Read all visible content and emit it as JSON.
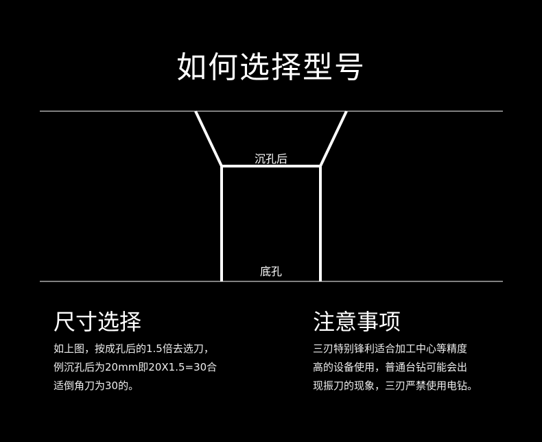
{
  "title": "如何选择型号",
  "diagram": {
    "counterbore_label": "沉孔后",
    "bottom_hole_label": "底孔"
  },
  "size_section": {
    "heading": "尺寸选择",
    "lines": [
      "如上图，按成孔后的1.5倍去选刀，",
      "例沉孔后为20mm即20X1.5=30合",
      "适倒角刀为30的。"
    ]
  },
  "notes_section": {
    "heading": "注意事项",
    "lines": [
      "三刃特别锋利适合加工中心等精度",
      "高的设备使用，普通台钻可能会出",
      "现振刀的现象，三刃严禁使用电钻。"
    ]
  }
}
